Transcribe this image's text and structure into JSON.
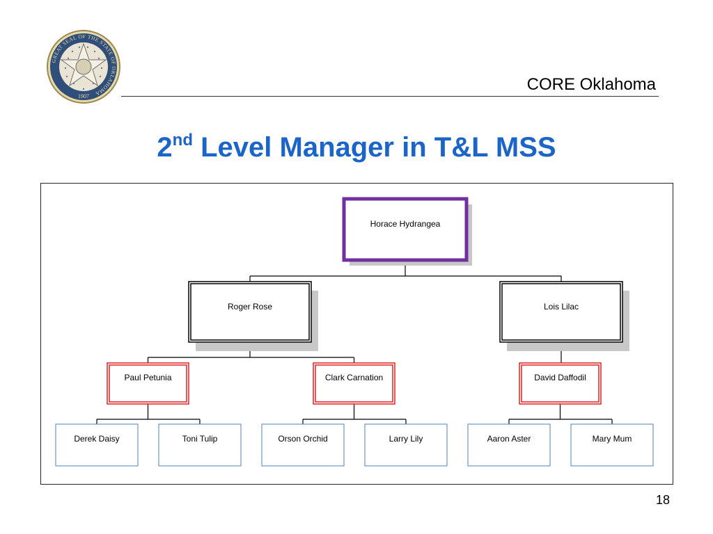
{
  "header": {
    "org_name": "CORE Oklahoma",
    "seal_text": "GREAT SEAL OF THE STATE OF OKLAHOMA",
    "seal_year": "1907"
  },
  "title": {
    "prefix": "2",
    "superscript": "nd",
    "rest": " Level Manager in T&L MSS"
  },
  "org_chart": {
    "root": "Horace Hydrangea",
    "managers": [
      "Roger Rose",
      "Lois Lilac"
    ],
    "supervisors": [
      "Paul Petunia",
      "Clark Carnation",
      "David Daffodil"
    ],
    "employees": [
      "Derek Daisy",
      "Toni Tulip",
      "Orson Orchid",
      "Larry Lily",
      "Aaron Aster",
      "Mary Mum"
    ],
    "colors": {
      "root_border": "#7030a0",
      "manager_border": "#000000",
      "supervisor_border": "#e02020",
      "employee_border": "#4f81bd",
      "shadow": "#c8c8c8"
    }
  },
  "footer": {
    "page_number": "18"
  }
}
